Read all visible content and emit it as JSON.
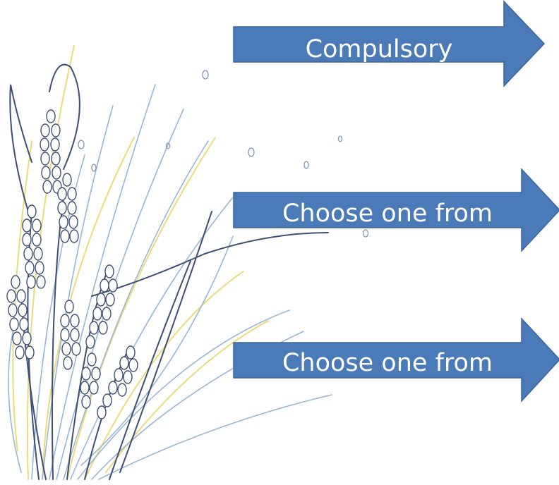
{
  "colors": {
    "arrow_fill": "#4a7ab8",
    "arrow_stroke": "#3a6598",
    "label_text": "#ffffff",
    "wheat_dark": "#3e4f74",
    "wheat_light_blue": "#9ab6d6",
    "wheat_yellow": "#e9dc7a"
  },
  "decoration": {
    "icon": "wheat-illustration"
  },
  "arrows": [
    {
      "label": "Compulsory"
    },
    {
      "label": "Choose one from"
    },
    {
      "label": "Choose one from"
    }
  ]
}
